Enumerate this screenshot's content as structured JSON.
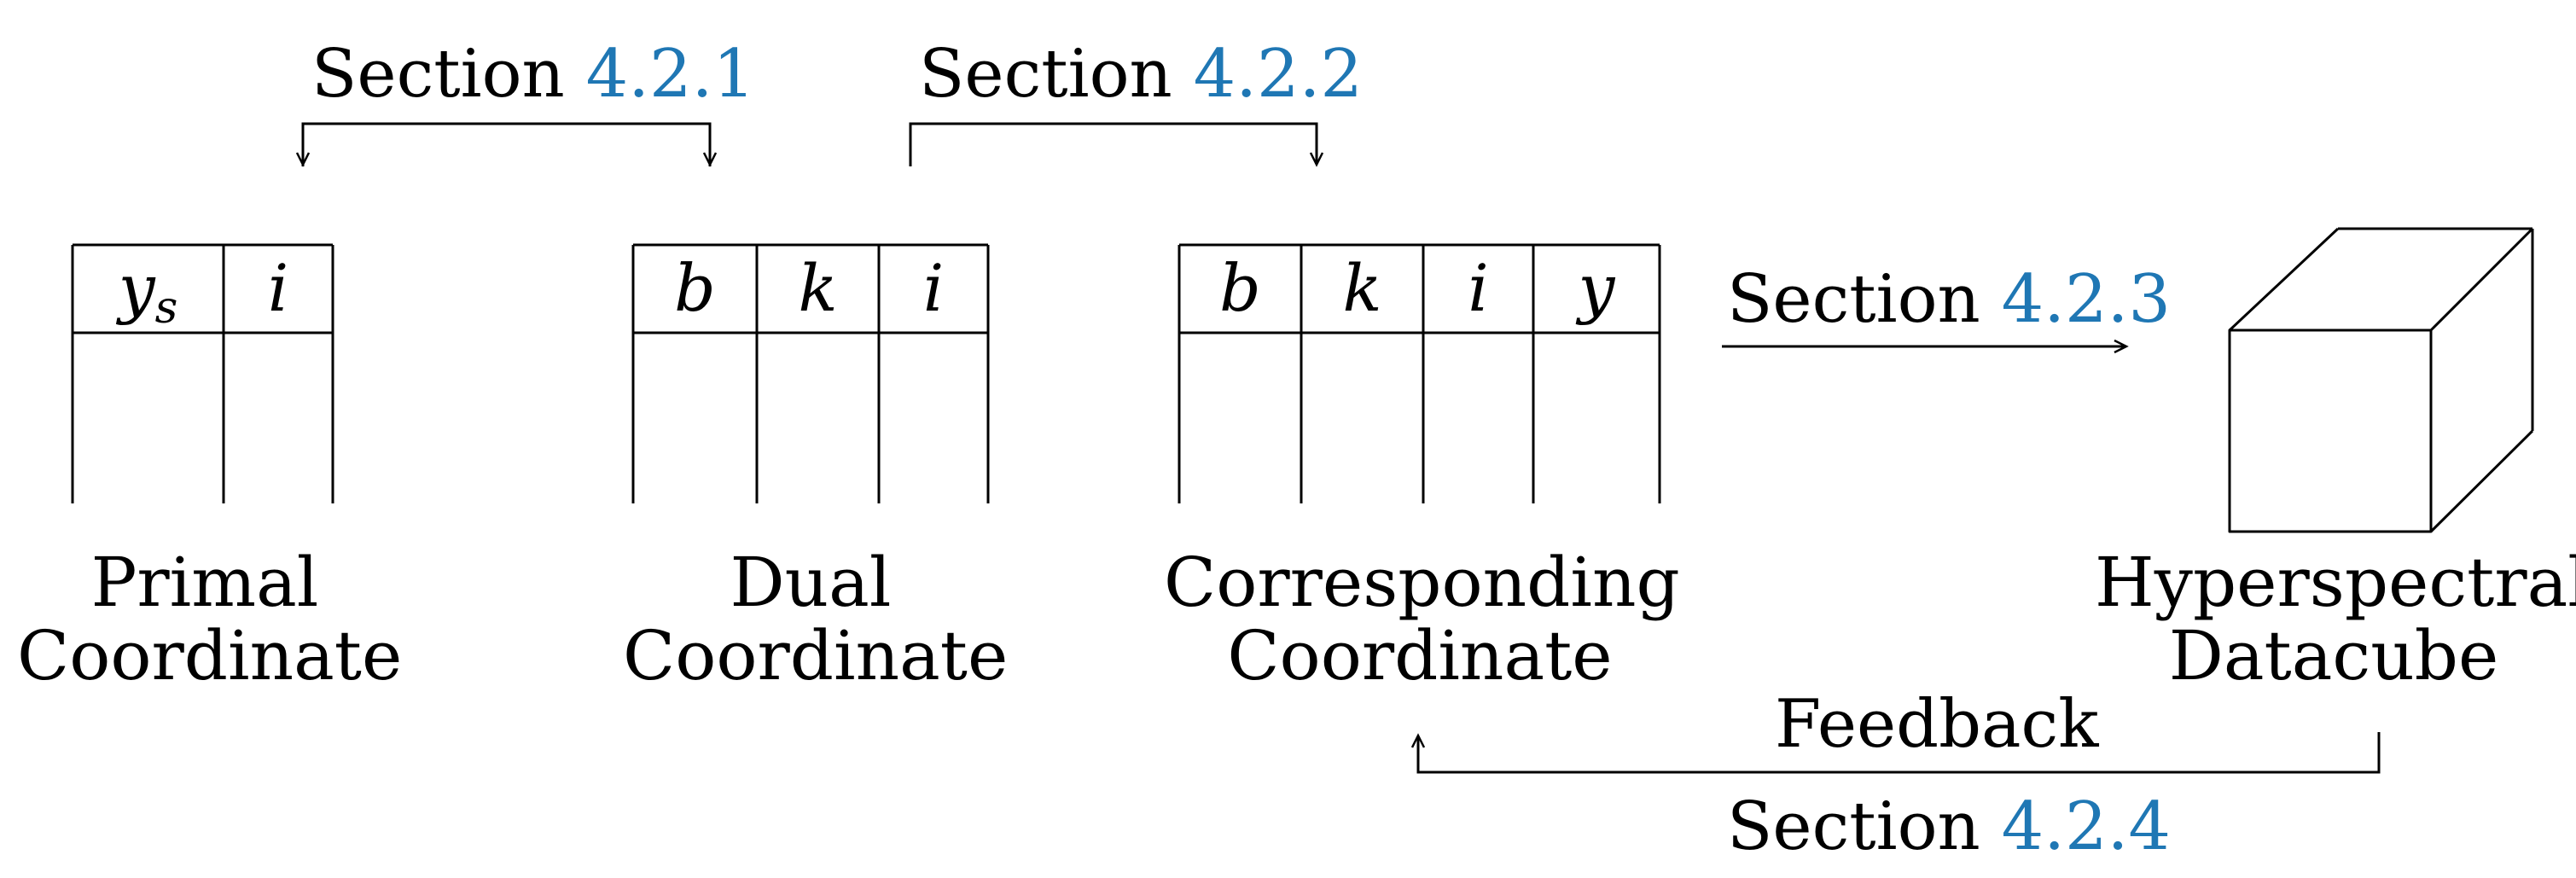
{
  "labels": {
    "s421_prefix": "Section",
    "s421_ref": "4.2.1",
    "s422_prefix": "Section",
    "s422_ref": "4.2.2",
    "s423_prefix": "Section",
    "s423_ref": "4.2.3",
    "s424_prefix": "Section",
    "s424_ref": "4.2.4",
    "feedback": "Feedback"
  },
  "tables": {
    "primal": {
      "col0_base": "y",
      "col0_sub": "s",
      "col1": "i"
    },
    "dual": {
      "cols": [
        "b",
        "k",
        "i"
      ]
    },
    "corresponding": {
      "cols": [
        "b",
        "k",
        "i",
        "y"
      ]
    }
  },
  "captions": {
    "primal": [
      "Primal",
      "Coordinate"
    ],
    "dual": [
      "Dual",
      "Coordinate"
    ],
    "corresponding": [
      "Corresponding",
      "Coordinate"
    ],
    "datacube": [
      "Hyperspectral",
      "Datacube"
    ]
  },
  "colors": {
    "link": "#1f77b4",
    "line": "#000000"
  }
}
